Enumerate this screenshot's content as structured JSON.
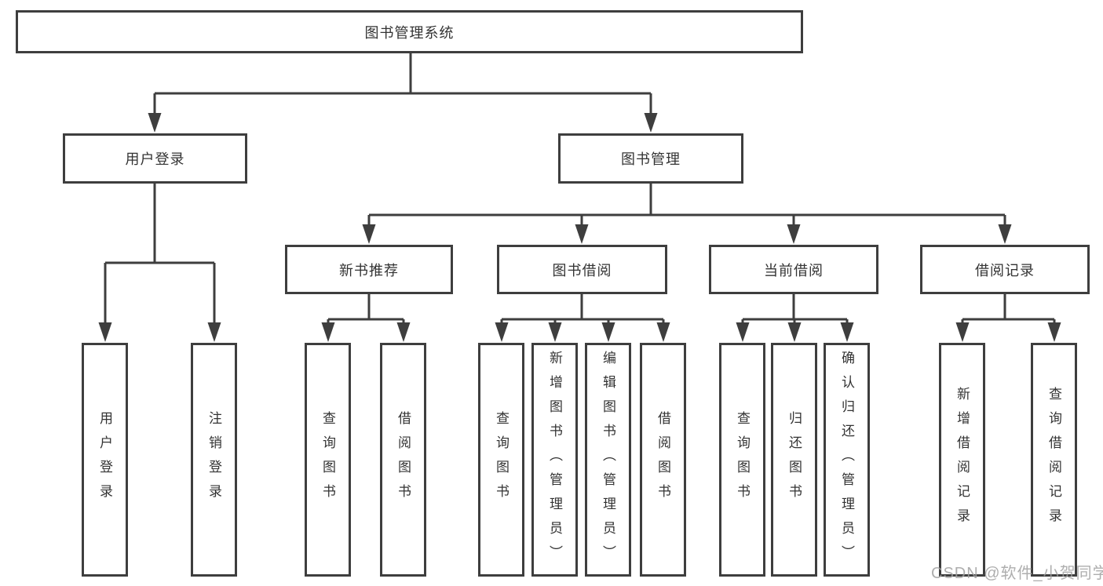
{
  "colors": {
    "line": "#3e3e3e",
    "box_border": "#3e3e3e",
    "box_fill": "#ffffff",
    "text": "#333333",
    "watermark": "#a0a0a0",
    "background": "#ffffff"
  },
  "diagram": {
    "type": "hierarchy-tree",
    "root": {
      "label": "图书管理系统"
    },
    "level2": [
      {
        "id": "user-login",
        "label": "用户登录",
        "parent": "图书管理系统"
      },
      {
        "id": "book-management",
        "label": "图书管理",
        "parent": "图书管理系统"
      }
    ],
    "level3": [
      {
        "id": "new-book-recommend",
        "label": "新书推荐",
        "parent": "图书管理"
      },
      {
        "id": "book-borrow",
        "label": "图书借阅",
        "parent": "图书管理"
      },
      {
        "id": "current-borrow",
        "label": "当前借阅",
        "parent": "图书管理"
      },
      {
        "id": "borrow-records",
        "label": "借阅记录",
        "parent": "图书管理"
      }
    ],
    "leaves": [
      {
        "label": "用户登录",
        "parent": "用户登录"
      },
      {
        "label": "注销登录",
        "parent": "用户登录"
      },
      {
        "label": "查询图书",
        "parent": "新书推荐"
      },
      {
        "label": "借阅图书",
        "parent": "新书推荐"
      },
      {
        "label": "查询图书",
        "parent": "图书借阅"
      },
      {
        "label": "新增图书（管理员）",
        "parent": "图书借阅"
      },
      {
        "label": "编辑图书（管理员）",
        "parent": "图书借阅"
      },
      {
        "label": "借阅图书",
        "parent": "图书借阅"
      },
      {
        "label": "查询图书",
        "parent": "当前借阅"
      },
      {
        "label": "归还图书",
        "parent": "当前借阅"
      },
      {
        "label": "确认归还（管理员）",
        "parent": "当前借阅"
      },
      {
        "label": "新增借阅记录",
        "parent": "借阅记录"
      },
      {
        "label": "查询借阅记录",
        "parent": "借阅记录"
      }
    ]
  },
  "watermark": {
    "text": "CSDN @软件_小贺同学"
  }
}
